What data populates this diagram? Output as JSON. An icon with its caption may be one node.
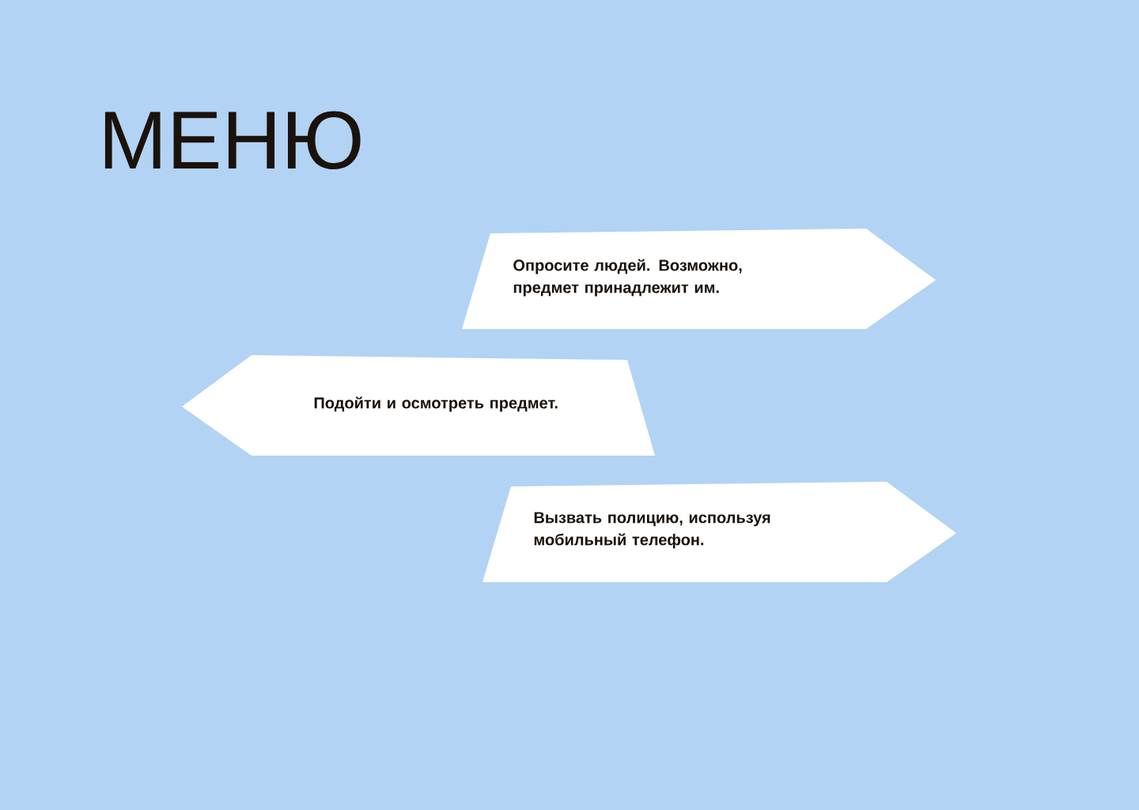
{
  "diagram": {
    "title": "МЕНЮ",
    "nodes": [
      {
        "text": [
          "Опросите людей. Возможно, предмет принадлежит им."
        ]
      },
      {
        "text": [
          "Подойти и осмотреть предмет."
        ]
      },
      {
        "text": [
          "Вызвать полицию, используя мобильный телефон."
        ]
      }
    ]
  }
}
